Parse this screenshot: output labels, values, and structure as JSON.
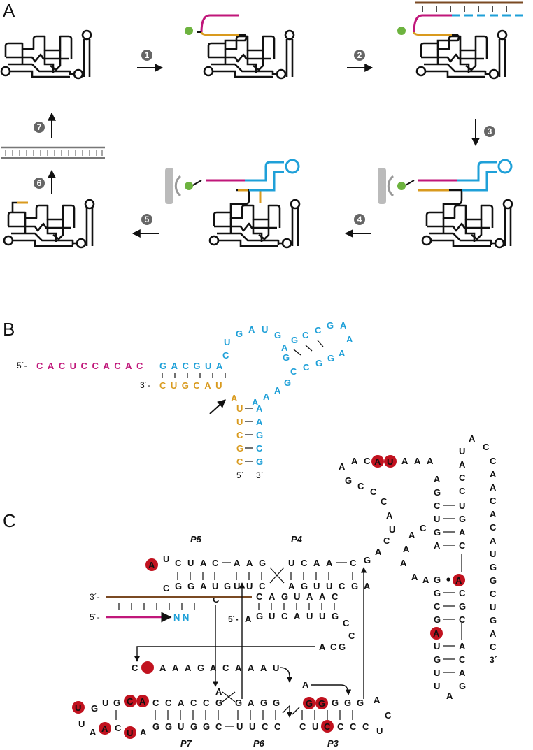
{
  "figure": {
    "panel_labels": {
      "a": "A",
      "b": "B",
      "c": "C"
    }
  },
  "panel_a": {
    "steps": [
      "1",
      "2",
      "3",
      "4",
      "5",
      "6",
      "7"
    ]
  },
  "panel_b": {
    "five_prime_label": "5´-",
    "three_prime_label": "3´-",
    "guide_seq": "CACUCCACAC",
    "target_top": "GACGUA",
    "bottom_seq": "CUGCAU",
    "stem_left": [
      "A",
      "U",
      "U",
      "C",
      "G",
      "C"
    ],
    "stem_right": [
      "A",
      "A",
      "G",
      "C",
      "G"
    ],
    "bottom_five": "5´",
    "bottom_three": "3´",
    "colors": {
      "guide": "#c0177a",
      "target": "#1fa0d8",
      "ribozyme": "#d99a1e"
    }
  },
  "panel_c": {
    "stem_labels": {
      "p3": "P3",
      "p4": "P4",
      "p5": "P5",
      "p6": "P6",
      "p7": "P7"
    },
    "three_prime": "3´-",
    "five_prime": "5´-",
    "substrate_nn": "N N",
    "primer_three_prime": "3´",
    "colors": {
      "highlight": "#c1121f",
      "substrate": "#7a4a23",
      "guide": "#c0177a",
      "target": "#1fa0d8"
    }
  }
}
